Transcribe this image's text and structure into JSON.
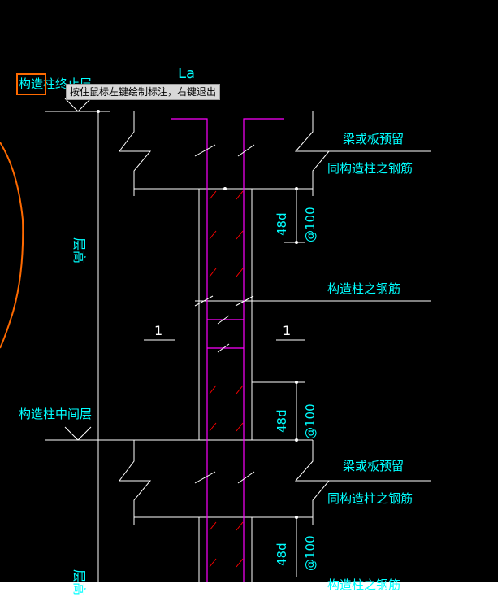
{
  "colors": {
    "background": "#000000",
    "lines": "#ffffff",
    "text": "#00ffff",
    "rebar": "#ff00ff",
    "marks": "#ff0000",
    "orange": "#ff6a00",
    "tooltip_bg": "#d8d8d8"
  },
  "tooltip": "按住鼠标左键绘制标注，右键退出",
  "labels": {
    "la": "La",
    "col_top": "构造柱终止层",
    "col_mid": "构造柱中间层",
    "layer_height": "层高",
    "layer_height_bottom": "层高",
    "beam_top": "梁或板预留",
    "same_rebar_top": "同构造柱之钢筋",
    "col_rebar": "构造柱之钢筋",
    "beam_bottom": "梁或板预留",
    "same_rebar_bottom": "同构造柱之钢筋",
    "col_rebar_bottom": "构造柱之钢筋",
    "section_left": "1",
    "section_right": "1",
    "dim1_a": "48d",
    "dim1_b": "@100",
    "dim2_a": "48d",
    "dim2_b": "@100",
    "dim3_a": "48d",
    "dim3_b": "@100"
  }
}
